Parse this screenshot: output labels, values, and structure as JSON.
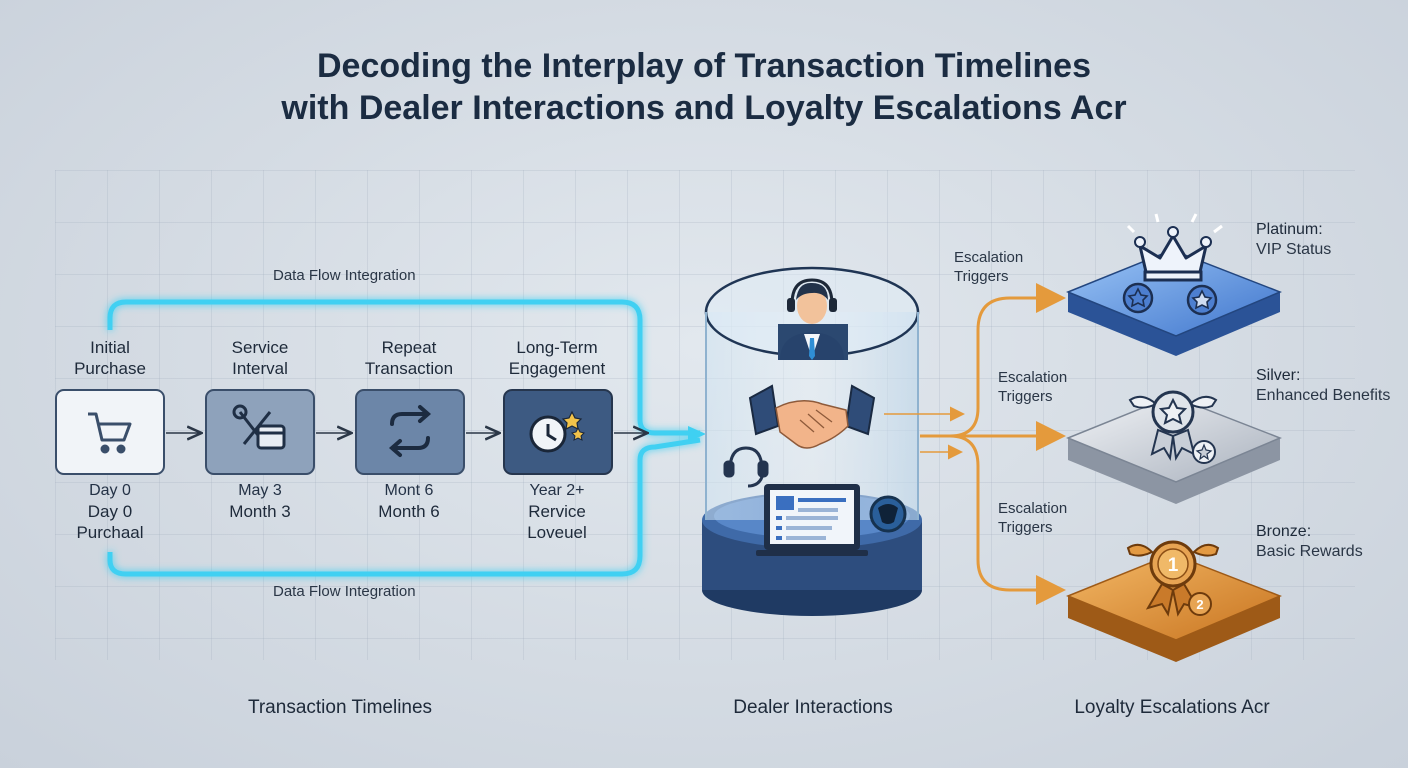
{
  "title": {
    "line1": "Decoding the Interplay of Transaction Timelines",
    "line2": "with Dealer Interactions and Loyalty Escalations Acr"
  },
  "timeline": {
    "steps": [
      {
        "label_line1": "Initial",
        "label_line2": "Purchase",
        "sub_line1": "Day 0",
        "sub_line2": "Day 0",
        "sub_line3": "Purchaal",
        "icon": "shopping-cart-icon"
      },
      {
        "label_line1": "Service",
        "label_line2": "Interval",
        "sub_line1": "May 3",
        "sub_line2": "Month 3",
        "icon": "wrench-calendar-icon"
      },
      {
        "label_line1": "Repeat",
        "label_line2": "Transaction",
        "sub_line1": "Mont 6",
        "sub_line2": "Month 6",
        "icon": "repeat-arrows-icon"
      },
      {
        "label_line1": "Long-Term",
        "label_line2": "Engagement",
        "sub_line1": "Year 2+",
        "sub_line2": "Rervice",
        "sub_line3": "Loveuel",
        "icon": "clock-star-icon"
      }
    ],
    "flow_top": "Data Flow Integration",
    "flow_bottom": "Data Flow Integration"
  },
  "escalation": {
    "triggers": [
      {
        "line1": "Escalation",
        "line2": "Triggers"
      },
      {
        "line1": "Escalation",
        "line2": "Triggers"
      },
      {
        "line1": "Escalation",
        "line2": "Triggers"
      }
    ]
  },
  "tiers": [
    {
      "name": "Platinum:",
      "desc": "VIP Status",
      "color": "#4f86d8"
    },
    {
      "name": "Silver:",
      "desc": "Enhanced Benefits",
      "color": "#b9bfc8"
    },
    {
      "name": "Bronze:",
      "desc": "Basic Rewards",
      "color": "#d9892f"
    }
  ],
  "sections": {
    "left": "Transaction Timelines",
    "center": "Dealer Interactions",
    "right": "Loyalty Escalations Acr"
  },
  "colors": {
    "flow_cyan": "#3fd0f2",
    "trigger_orange": "#e49a3c",
    "step_boxes": [
      "#f1f4f8",
      "#8ea2bb",
      "#6c86a8",
      "#3d5a82"
    ]
  }
}
